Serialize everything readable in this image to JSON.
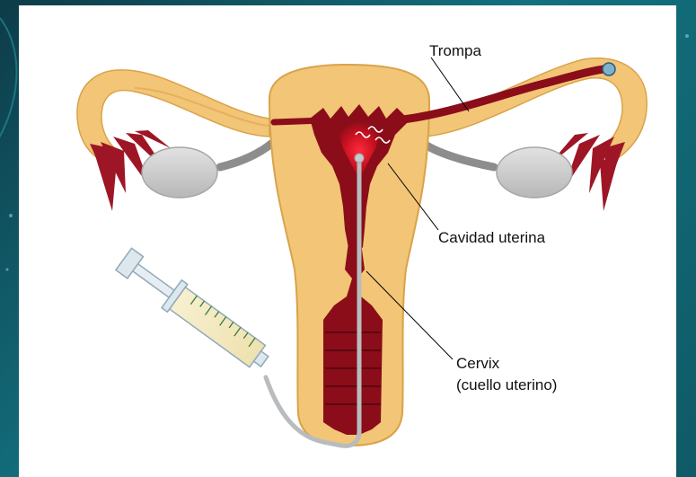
{
  "labels": {
    "tube": "Trompa",
    "cavity": "Cavidad uterina",
    "cervix_line1": "Cervix",
    "cervix_line2": "(cuello uterino)"
  },
  "colors": {
    "background": "#13707e",
    "tissue": "#f2c577",
    "tissue_outline": "#d9a349",
    "lining": "#8b0d1a",
    "cavity_glow": "#e8102a",
    "ovary": "#c9c9c9",
    "catheter": "#b9bcbf"
  }
}
